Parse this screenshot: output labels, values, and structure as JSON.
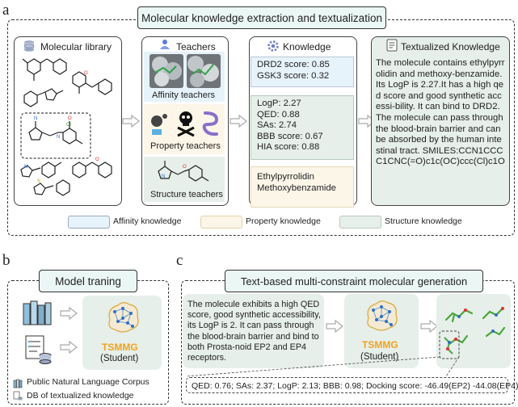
{
  "panels": {
    "a": "a",
    "b": "b",
    "c": "c"
  },
  "a": {
    "title": "Molecular knowledge extraction and textualization",
    "library_title": "Molecular library",
    "teachers_title": "Teachers",
    "affinity_label": "Affinity teachers",
    "property_label": "Property teachers",
    "structure_label": "Structure teachers",
    "knowledge_title": "Knowledge",
    "affinity_lines": [
      "DRD2 score: 0.85",
      "GSK3 score: 0.32"
    ],
    "property_lines": [
      "LogP: 2.27",
      "QED: 0.88",
      "SAs: 2.74",
      "BBB score: 0.67",
      "HIA score: 0.88"
    ],
    "structure_lines": [
      "Ethylpyrrolidin",
      "Methoxybenzamide"
    ],
    "textualized_title": "Textualized Knowledge",
    "textualized_text": "The molecule contains ethylpyrrolidin and methoxy-benzamide. Its LogP is 2.27.It has a high qed score and good synthetic accessi-bility. It can bind to DRD2. The molecule can pass through the blood-brain barrier and can be absorbed by the human intestinal tract. SMILES:CCN1CCCC1CNC(=O)c1c(OC)ccc(Cl)c1O",
    "legend": [
      "Affinity knowledge",
      "Property knowledge",
      "Structure knowledge"
    ]
  },
  "b": {
    "title": "Model traning",
    "model_name": "TSMMG",
    "model_role": "(Student)",
    "legend": [
      "Public Natural Language Corpus",
      "DB of textualized knowledge"
    ]
  },
  "c": {
    "title": "Text-based multi-constraint molecular generation",
    "prompt": "The molecule exhibits a high QED score, good synthetic accessibility, its LogP is 2. It can pass through the blood-brain barrier and bind to both Prosta-noid EP2 and EP4 receptors.",
    "model_name": "TSMMG",
    "model_role": "(Student)",
    "result": "QED: 0.76; SAs: 2.37; LogP: 2.13; BBB: 0.98; Docking score: -46.49(EP2) -44.08(EP4)"
  },
  "colors": {
    "affinity": "#e6f3fb",
    "property": "#fcf6e8",
    "structure": "#e6efe9",
    "title_fill": "#eaf7f4",
    "model_orange": "#f2a21b",
    "arrow": "#aaaaaa"
  }
}
